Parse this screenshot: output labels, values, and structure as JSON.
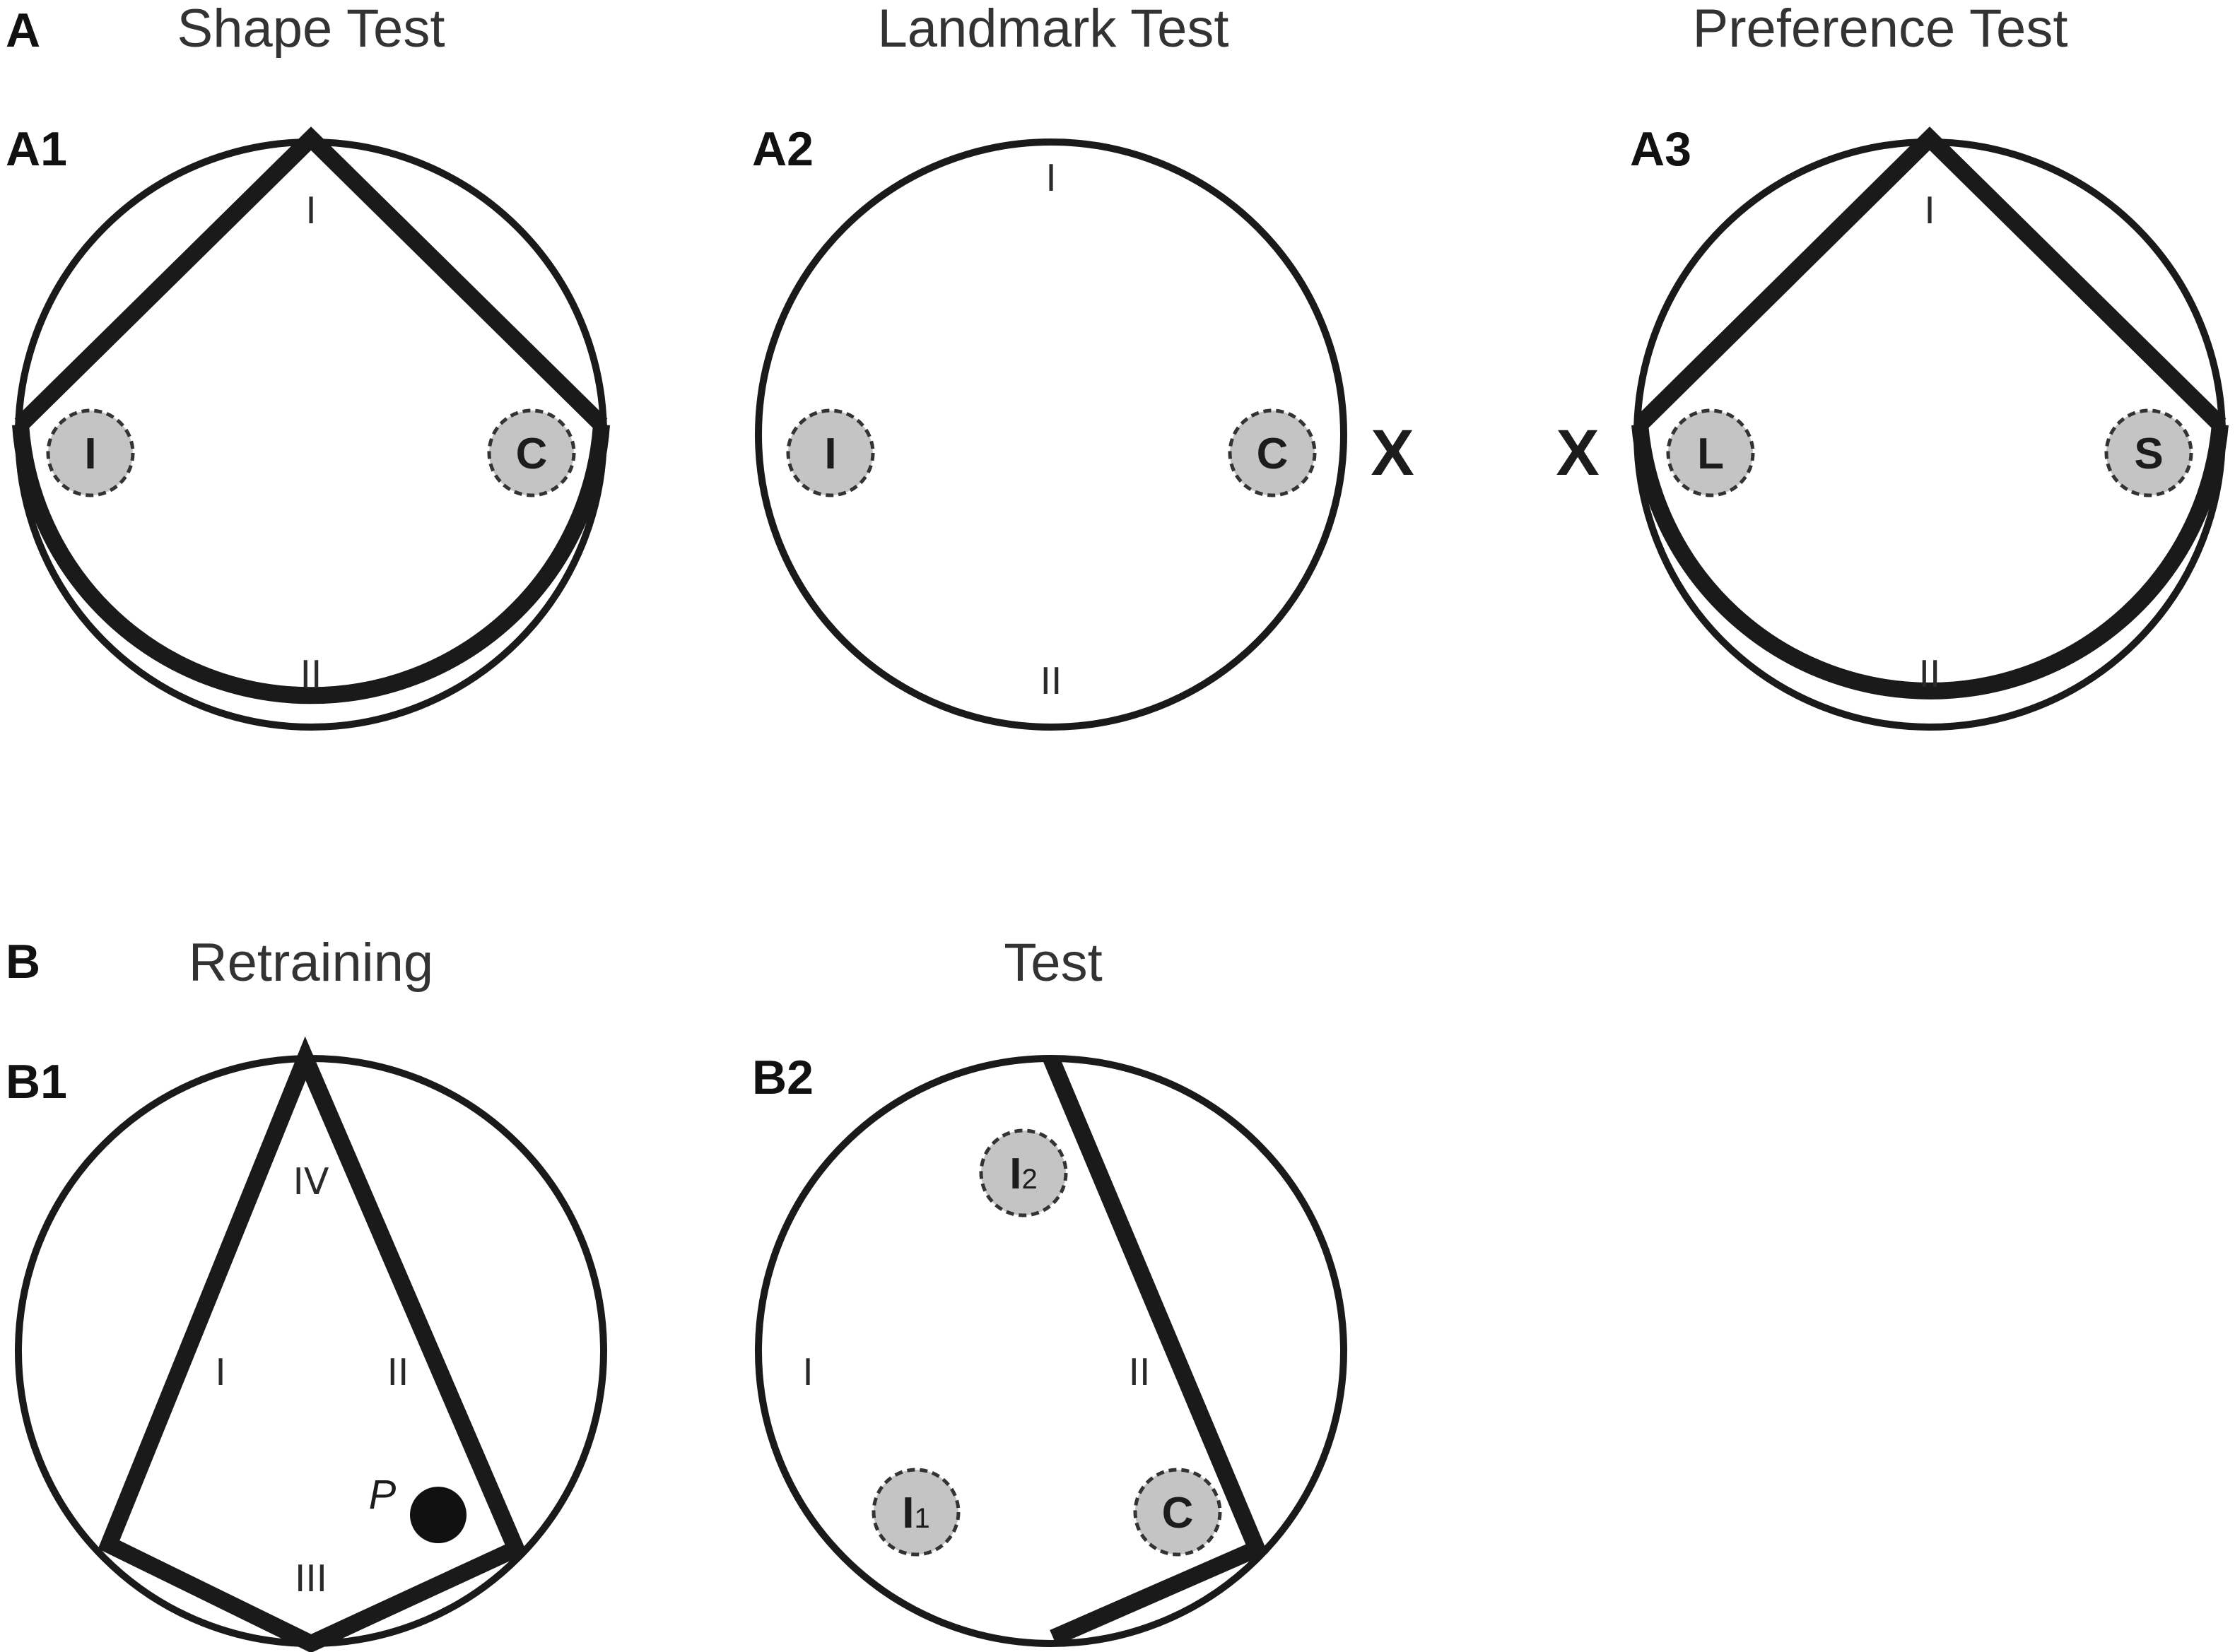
{
  "panel_a": {
    "letter": "A",
    "titles": {
      "shape": "Shape Test",
      "landmark": "Landmark Test",
      "preference": "Preference Test"
    },
    "a1": {
      "label": "A1",
      "zone_top": "I",
      "zone_bottom": "II",
      "spot_left": "I",
      "spot_right": "C"
    },
    "a2": {
      "label": "A2",
      "zone_top": "I",
      "zone_bottom": "II",
      "spot_left": "I",
      "spot_right": "C",
      "landmark": "X"
    },
    "a3": {
      "label": "A3",
      "zone_top": "I",
      "zone_bottom": "II",
      "spot_left": "L",
      "spot_right": "S",
      "landmark": "X"
    }
  },
  "panel_b": {
    "letter": "B",
    "titles": {
      "retraining": "Retraining",
      "test": "Test"
    },
    "b1": {
      "label": "B1",
      "zone_top": "IV",
      "zone_left": "I",
      "zone_right": "II",
      "zone_bottom": "III",
      "platform": "P"
    },
    "b2": {
      "label": "B2",
      "zone_left": "I",
      "zone_right": "II",
      "spot_i2_main": "I",
      "spot_i2_sub": "2",
      "spot_i1_main": "I",
      "spot_i1_sub": "1",
      "spot_c": "C"
    }
  },
  "colors": {
    "line": "#1a1a1a",
    "spot_fill": "#c4c4c4",
    "spot_border": "#333333"
  }
}
